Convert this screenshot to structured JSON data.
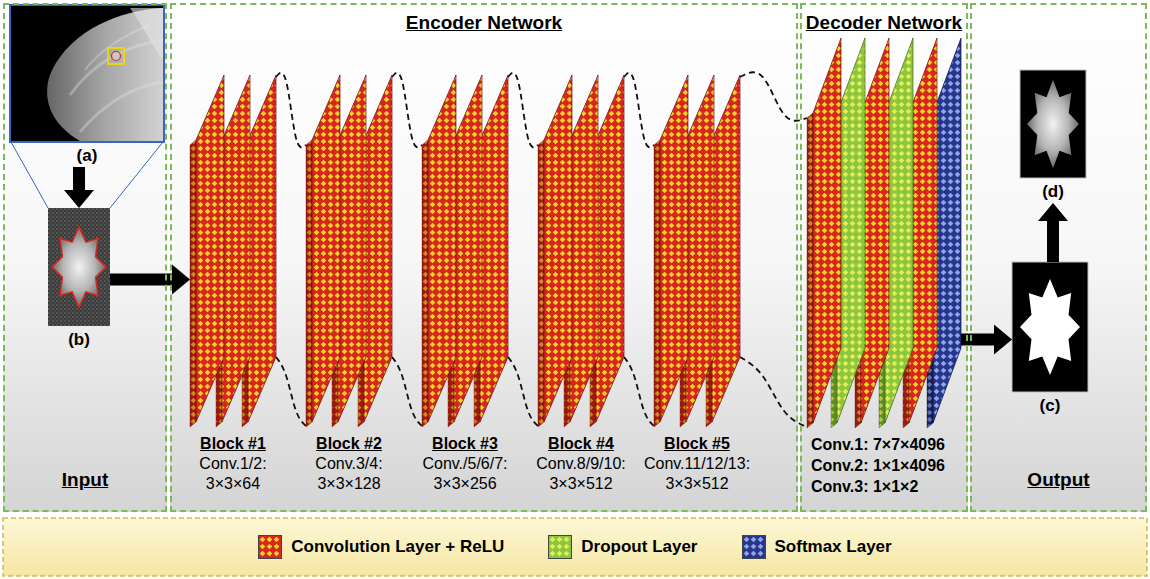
{
  "diagram": {
    "nodes": [
      {
        "text": [
          "Input"
        ]
      },
      {
        "text": [
          "(a)"
        ],
        "in": 0
      },
      {
        "text": [
          "(b)"
        ],
        "in": 0
      },
      {
        "text": [
          "Encoder Network"
        ]
      },
      {
        "text": [
          "Block #1",
          "Conv.1/2: 3×3×64"
        ],
        "in": 3
      },
      {
        "text": [
          "Block #2",
          "Conv.3/4: 3×3×128"
        ],
        "in": 3
      },
      {
        "text": [
          "Block #3",
          "Conv./5/6/7: 3×3×256"
        ],
        "in": 3
      },
      {
        "text": [
          "Block #4",
          "Conv.8/9/10: 3×3×512"
        ],
        "in": 3
      },
      {
        "text": [
          "Block #5",
          "Conv.11/12/13: 3×3×512"
        ],
        "in": 3
      },
      {
        "text": [
          "Decoder Network"
        ]
      },
      {
        "text": [
          "Conv.1: 7×7×4096",
          "Conv.2: 1×1×4096",
          "Conv.3: 1×1×2"
        ],
        "in": 9
      },
      {
        "text": [
          "Output"
        ]
      },
      {
        "text": [
          "(d)"
        ],
        "in": 11
      },
      {
        "text": [
          "(c)"
        ],
        "in": 11
      }
    ],
    "edges": [
      {
        "from": 1,
        "to": 2,
        "arrow": "to"
      },
      {
        "from": 2,
        "to": 4,
        "arrow": "to"
      },
      {
        "from": 4,
        "to": 5,
        "arrow": "none"
      },
      {
        "from": 4,
        "to": 5,
        "arrow": "none"
      },
      {
        "from": 5,
        "to": 6,
        "arrow": "none"
      },
      {
        "from": 5,
        "to": 6,
        "arrow": "none"
      },
      {
        "from": 6,
        "to": 7,
        "arrow": "none"
      },
      {
        "from": 6,
        "to": 7,
        "arrow": "none"
      },
      {
        "from": 7,
        "to": 8,
        "arrow": "none"
      },
      {
        "from": 7,
        "to": 8,
        "arrow": "none"
      },
      {
        "from": 8,
        "to": 10,
        "arrow": "none"
      },
      {
        "from": 8,
        "to": 10,
        "arrow": "none"
      },
      {
        "from": 10,
        "to": 13,
        "arrow": "to"
      },
      {
        "from": 13,
        "to": 12,
        "arrow": "to"
      }
    ],
    "legend": [
      {
        "text": "Convolution Layer + ReLU",
        "color": "#d7261e"
      },
      {
        "text": "Dropout Layer",
        "color": "#8cc63e"
      },
      {
        "text": "Softmax Layer",
        "color": "#27358c"
      }
    ]
  }
}
